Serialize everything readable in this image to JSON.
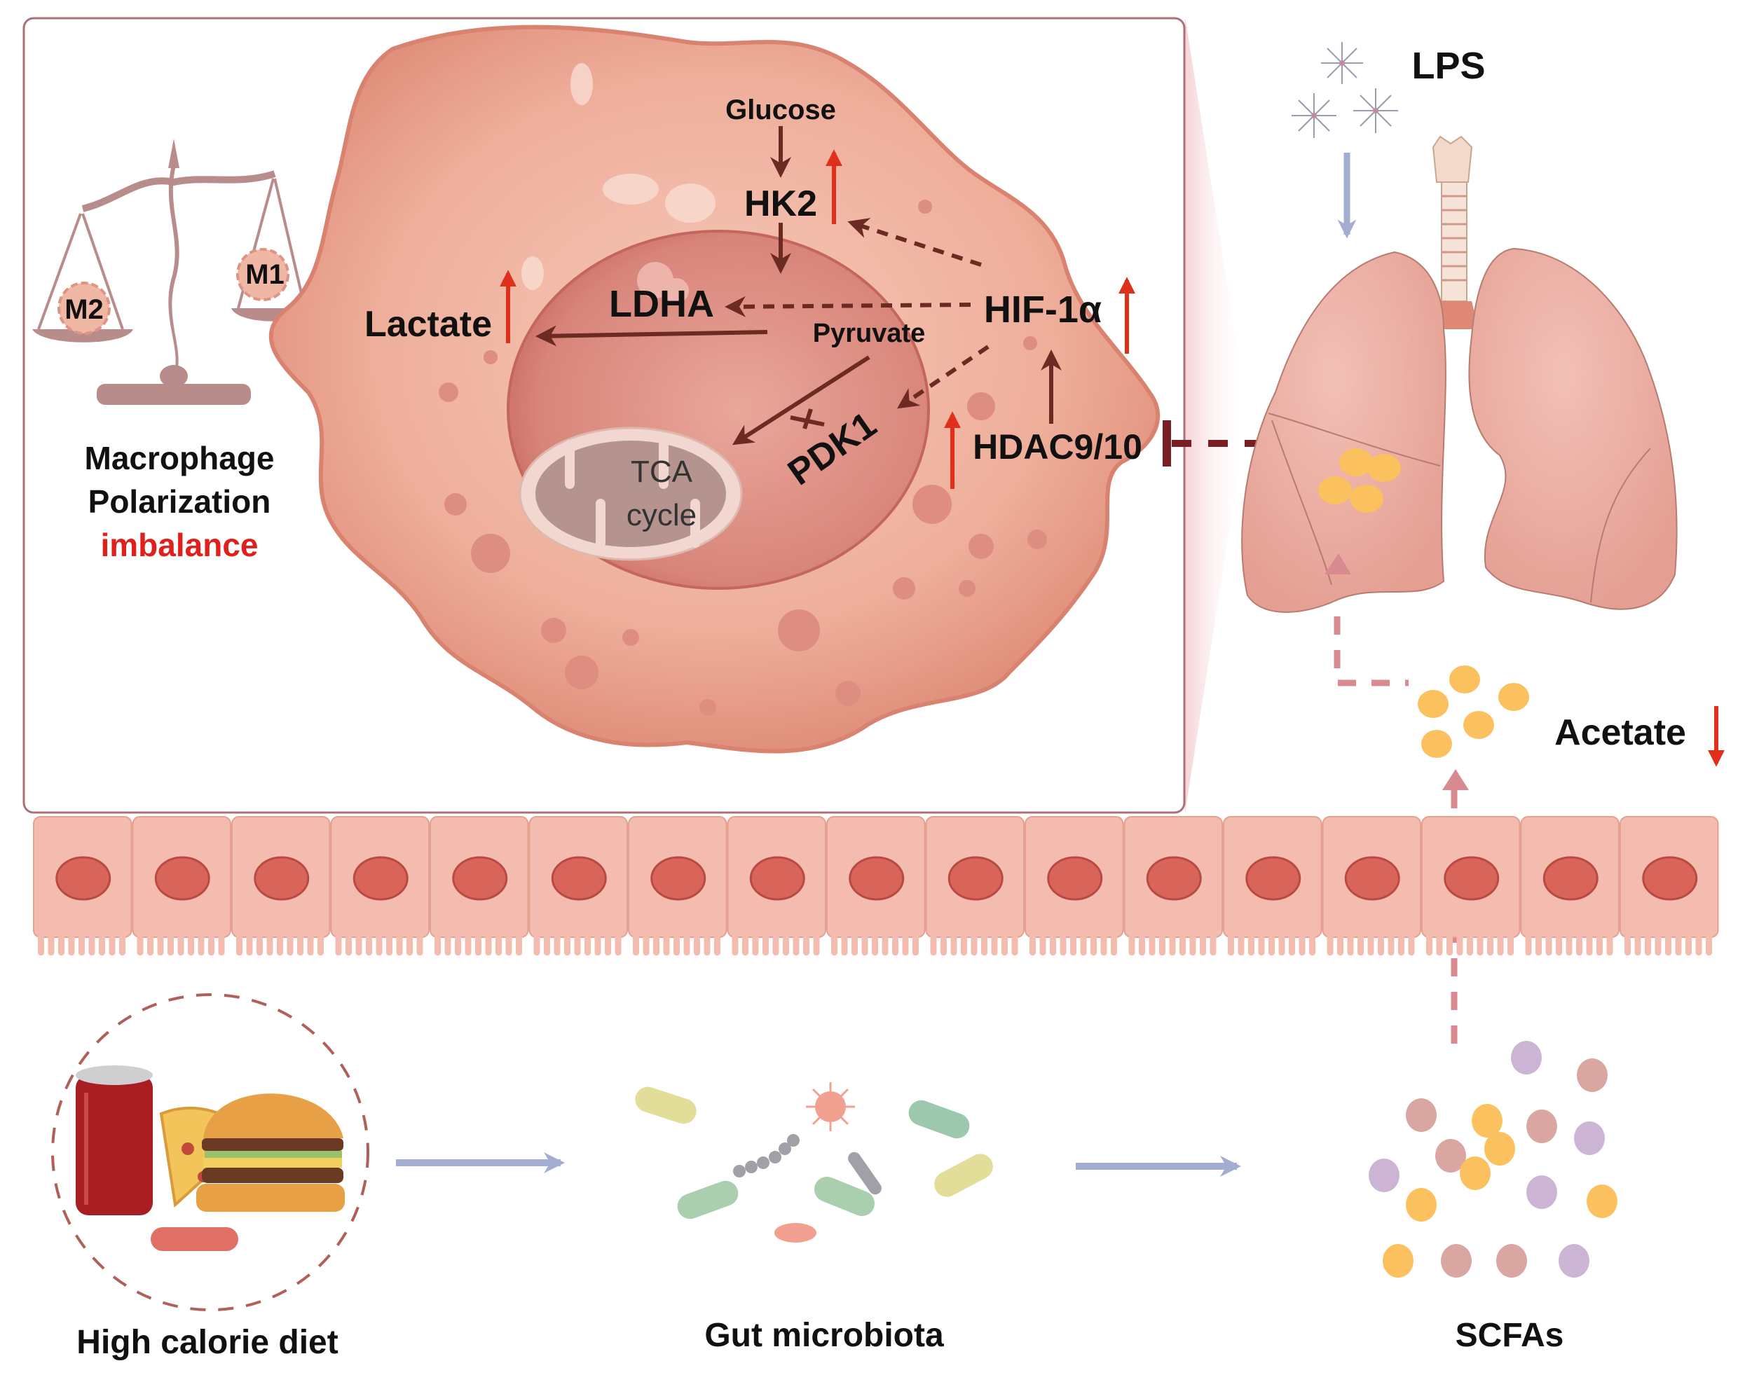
{
  "figure": {
    "type": "mechanism schematic",
    "colors": {
      "panel_border": "#a8727a",
      "cell_fill": "#ecab98",
      "cell_edge": "#d9826f",
      "nucleus_fill": "#d98a80",
      "mitochondrion_fill": "#b5938f",
      "pathway_arrow": "#6b2a22",
      "up_down_arrow": "#e0301c",
      "inhibit_link": "#7a1e24",
      "scale_color": "#b98c8c",
      "lps_arrow": "#a3acd1",
      "flow_arrow": "#a3acd1",
      "scfa_dash": "#d88a90",
      "acetate_dot": "#fbc15e",
      "text_highlight": "#e0201c"
    }
  },
  "macrophage_panel": {
    "scale": {
      "left_pan_label": "M2",
      "right_pan_label": "M1"
    },
    "caption": {
      "line1": "Macrophage",
      "line2": "Polarization",
      "line3": "imbalance"
    },
    "metabolites": {
      "glucose": "Glucose",
      "hk2": "HK2",
      "ldha": "LDHA",
      "lactate": "Lactate",
      "pyruvate": "Pyruvate",
      "hif1a": "HIF-1α",
      "pdk1": "PDK1",
      "hdac": "HDAC9/10",
      "tca_line1": "TCA",
      "tca_line2": "cycle"
    },
    "regulation": {
      "hk2": "up",
      "lactate": "up",
      "hif1a": "up",
      "hdac": "up"
    }
  },
  "lung_panel": {
    "lps_label": "LPS",
    "acetate_label": "Acetate",
    "acetate_regulation": "down"
  },
  "gut_row": {
    "diet_label": "High calorie diet",
    "microbiota_label": "Gut microbiota",
    "scfa_label": "SCFAs"
  }
}
